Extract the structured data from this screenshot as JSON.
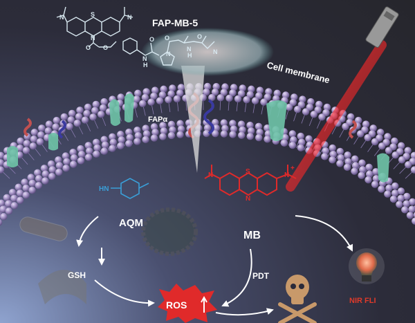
{
  "labels": {
    "probe": "FAP-MB-5",
    "membrane": "Cell membrane",
    "enzyme": "FAPα",
    "aqm": "AQM",
    "mb": "MB",
    "gsh": "GSH",
    "pdt": "PDT",
    "ros": "ROS",
    "nir": "NIR FLI"
  },
  "structures": {
    "probe_atoms": [
      "N",
      "S",
      "N",
      "N",
      "O",
      "O",
      "O",
      "N",
      "H",
      "O",
      "N",
      "N",
      "H",
      "O",
      "N"
    ],
    "aqm_atoms": "HN",
    "mb_atoms": [
      "N",
      "S",
      "N",
      "N",
      "+"
    ]
  },
  "colors": {
    "background": "#2a2a32",
    "membrane": "#a896c8",
    "protein": "#6fc4a8",
    "mb": "#e02a2a",
    "aqm": "#3a9fd8",
    "ros": "#e02a2a",
    "nir": "#e03a2a",
    "skull": "#c8996a",
    "laser": "#ff2020"
  }
}
